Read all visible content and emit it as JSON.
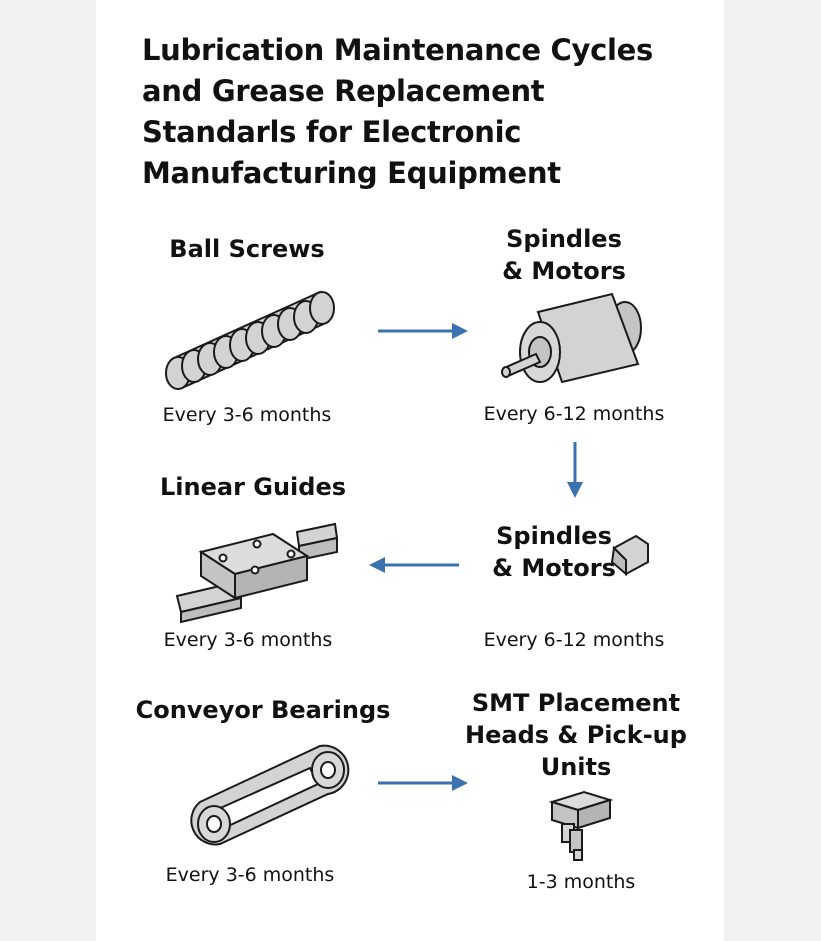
{
  "title": "Lubrication Maintenance Cycles and Grease Replacement Standarls for Electronic Manufacturing Equipment",
  "colors": {
    "arrow": "#3a72b0",
    "part_fill": "#d3d3d3",
    "part_stroke": "#1a1a1a"
  },
  "items": [
    {
      "label": "Ball Screws",
      "frequency": "Every 3-6 months",
      "icon": "ball-screw-icon"
    },
    {
      "label_line1": "Spindles",
      "label_line2": "& Motors",
      "frequency": "Every 6-12 months",
      "icon": "motor-icon"
    },
    {
      "label": "Linear Guides",
      "frequency": "Every 3-6 months",
      "icon": "linear-guide-icon"
    },
    {
      "label_line1": "Spindles",
      "label_line2": "& Motors",
      "frequency": "Every 6-12 months",
      "icon": "bracket-icon"
    },
    {
      "label": "Conveyor Bearings",
      "frequency": "Every 3-6 months",
      "icon": "conveyor-belt-icon"
    },
    {
      "label_line1": "SMT Placement",
      "label_line2": "Heads & Pick-up",
      "label_line3": "Units",
      "frequency": "1-3 months",
      "icon": "pickup-head-icon"
    }
  ]
}
